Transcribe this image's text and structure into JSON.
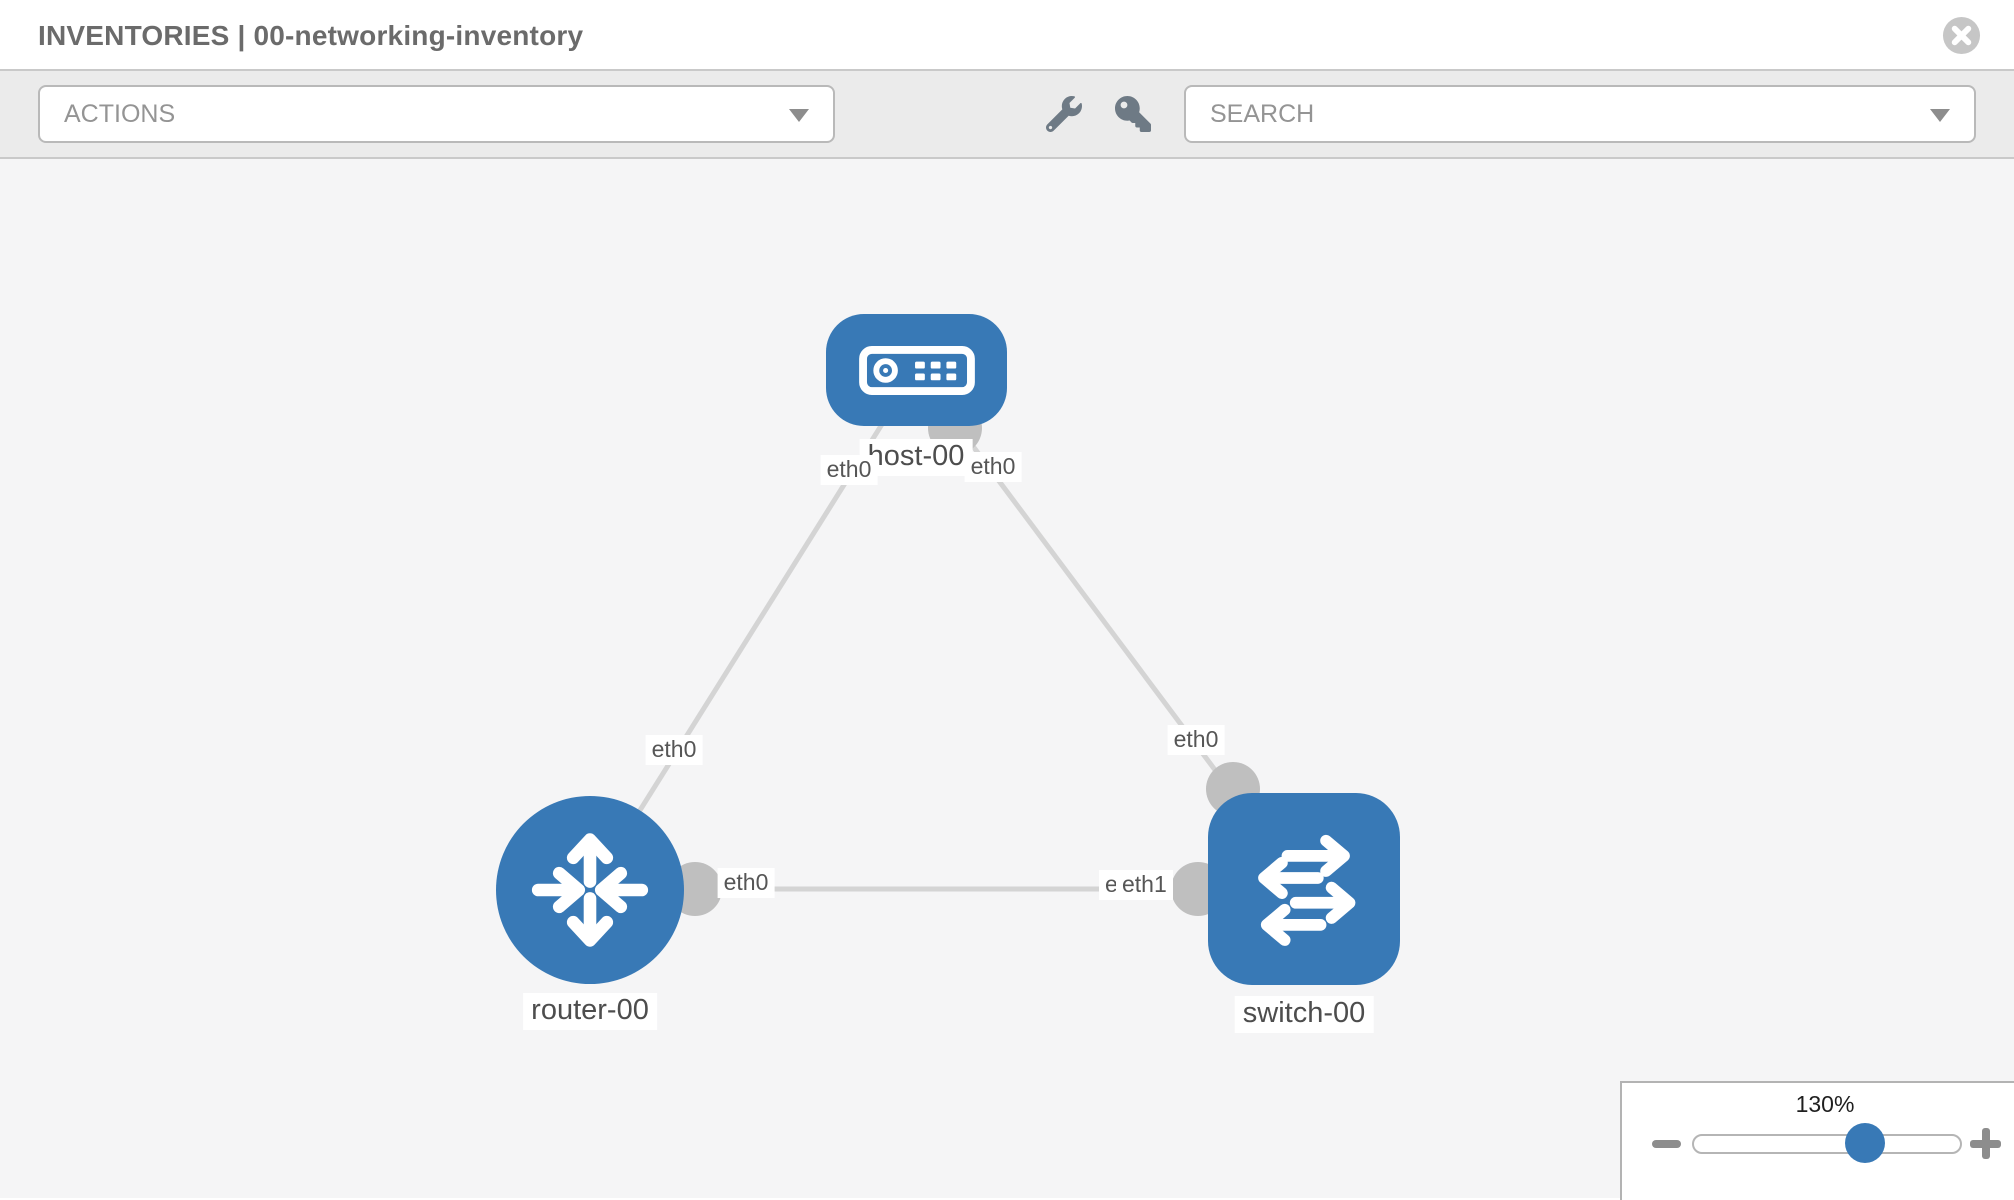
{
  "header": {
    "title": "INVENTORIES | 00-networking-inventory"
  },
  "toolbar": {
    "actions_label": "ACTIONS",
    "search_label": "SEARCH"
  },
  "topology": {
    "nodes": [
      {
        "label": "host-00",
        "type": "host"
      },
      {
        "label": "router-00",
        "type": "router"
      },
      {
        "label": "switch-00",
        "type": "switch"
      }
    ],
    "links": [
      {
        "from": "host-00",
        "from_if": "eth0",
        "to": "router-00",
        "to_if": "eth0"
      },
      {
        "from": "host-00",
        "from_if": "eth0",
        "to": "switch-00",
        "to_if": "eth0"
      },
      {
        "from": "router-00",
        "from_if": "eth0",
        "to": "switch-00",
        "to_if": "eth1"
      }
    ]
  },
  "zoom_control": {
    "level": "130%"
  },
  "colors": {
    "node_blue": "#3879b6",
    "edge_gray": "#d4d4d4",
    "port_gray": "#bfbfbf",
    "toolbar_bg": "#ebebeb",
    "canvas_bg": "#f5f5f6",
    "icon_slate": "#6e7a85"
  }
}
